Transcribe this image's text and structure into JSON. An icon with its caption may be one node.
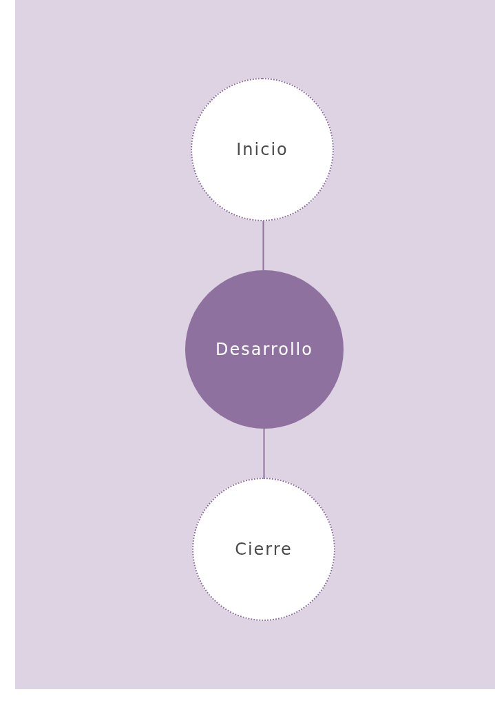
{
  "diagram": {
    "nodes": [
      {
        "text": [
          "Inicio"
        ]
      },
      {
        "text": [
          "Desarrollo"
        ]
      },
      {
        "text": [
          "Cierre"
        ]
      }
    ],
    "edges": [
      {
        "from": 0,
        "to": 1,
        "arrow": "none"
      },
      {
        "from": 1,
        "to": 2,
        "arrow": "none"
      }
    ]
  }
}
